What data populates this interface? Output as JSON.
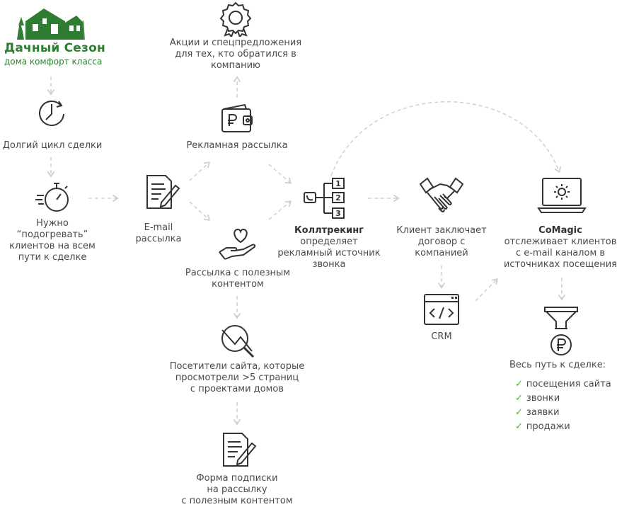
{
  "brand": {
    "name": "Дачный Сезон",
    "tagline": "дома комфорт класса",
    "color": "#2f7d32"
  },
  "accent_check": "#5aa532",
  "arrow_color": "#d0d0d0",
  "nodes": {
    "long_cycle": "Долгий цикл сделки",
    "warm_clients": [
      "Нужно “подогревать”",
      "клиентов на всем",
      "пути к сделке"
    ],
    "email": [
      "E-mail",
      "рассылка"
    ],
    "promo": [
      "Акции и спецпредложения",
      "для тех, кто обратился в",
      "компанию"
    ],
    "ad_mailing": "Рекламная рассылка",
    "content_mailing": [
      "Рассылка с полезным",
      "контентом"
    ],
    "calltracking_title": "Коллтрекинг",
    "calltracking_desc": [
      "определяет",
      "рекламный источник",
      "звонка"
    ],
    "visitors": [
      "Посетители сайта, которые",
      "просмотрели >5 страниц",
      "с проектами домов"
    ],
    "form": [
      "Форма подписки",
      "на рассылку",
      "с полезным контентом"
    ],
    "client": [
      "Клиент заключает",
      "договор с",
      "компанией"
    ],
    "crm": "CRM",
    "comagic_title": "CoMagic",
    "comagic_desc": [
      "отслеживает клиентов",
      "с e-mail каналом в",
      "источниках посещения"
    ],
    "path_title": "Весь путь к сделке:",
    "path_items": [
      "посещения сайта",
      "звонки",
      "заявки",
      "продажи"
    ]
  },
  "icons": [
    "house-logo-icon",
    "clock-icon",
    "stopwatch-icon",
    "document-pen-icon",
    "award-icon",
    "wallet-icon",
    "heart-hand-icon",
    "magnifier-chart-icon",
    "form-pen-icon",
    "calltracking-tree-icon",
    "handshake-icon",
    "code-window-icon",
    "laptop-gear-icon",
    "funnel-icon",
    "ruble-coin-icon"
  ]
}
